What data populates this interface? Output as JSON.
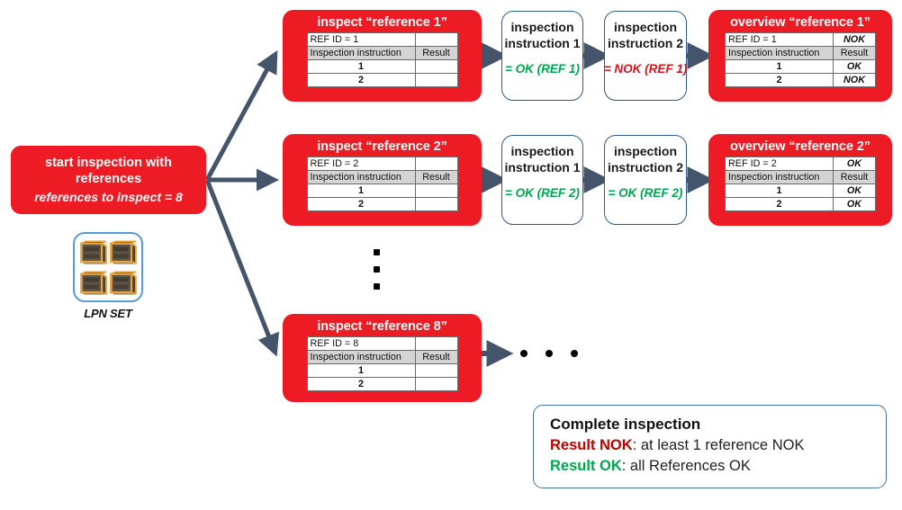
{
  "start": {
    "title_line1": "start inspection with",
    "title_line2": "references",
    "subtitle": "references to inspect = 8",
    "color": "#ED1C24"
  },
  "lpn": {
    "label": "LPN SET",
    "icon": "crate-boxes-icon",
    "border_color": "#5B9BD5"
  },
  "table_headers": {
    "instruction": "Inspection instruction",
    "result": "Result"
  },
  "rows": [
    {
      "inspect": {
        "title": "inspect “reference 1”",
        "ref_id": "REF ID = 1",
        "ref_verdict": "",
        "steps": [
          {
            "num": "1",
            "result": ""
          },
          {
            "num": "2",
            "result": ""
          }
        ]
      },
      "instructions": [
        {
          "title_line1": "inspection",
          "title_line2": "instruction 1",
          "result": "= OK (REF 1)",
          "status": "ok"
        },
        {
          "title_line1": "inspection",
          "title_line2": "instruction 2",
          "result": "= NOK (REF 1)",
          "status": "nok"
        }
      ],
      "overview": {
        "title": "overview “reference 1”",
        "ref_id": "REF ID = 1",
        "ref_verdict": "NOK",
        "ref_verdict_status": "nok",
        "steps": [
          {
            "num": "1",
            "result": "OK",
            "status": "ok"
          },
          {
            "num": "2",
            "result": "NOK",
            "status": "nok"
          }
        ]
      }
    },
    {
      "inspect": {
        "title": "inspect “reference 2”",
        "ref_id": "REF ID = 2",
        "ref_verdict": "",
        "steps": [
          {
            "num": "1",
            "result": ""
          },
          {
            "num": "2",
            "result": ""
          }
        ]
      },
      "instructions": [
        {
          "title_line1": "inspection",
          "title_line2": "instruction 1",
          "result": "= OK (REF 2)",
          "status": "ok"
        },
        {
          "title_line1": "inspection",
          "title_line2": "instruction 2",
          "result": "= OK (REF 2)",
          "status": "ok"
        }
      ],
      "overview": {
        "title": "overview “reference 2”",
        "ref_id": "REF ID = 2",
        "ref_verdict": "OK",
        "ref_verdict_status": "ok",
        "steps": [
          {
            "num": "1",
            "result": "OK",
            "status": "ok"
          },
          {
            "num": "2",
            "result": "OK",
            "status": "ok"
          }
        ]
      }
    }
  ],
  "last_row": {
    "inspect": {
      "title": "inspect “reference 8”",
      "ref_id": "REF ID = 8",
      "steps": [
        {
          "num": "1",
          "result": ""
        },
        {
          "num": "2",
          "result": ""
        }
      ]
    }
  },
  "legend": {
    "title": "Complete inspection",
    "nok_label": "Result NOK",
    "nok_text": ": at least 1 reference  NOK",
    "ok_label": "Result OK",
    "ok_text": ": all References  OK"
  },
  "colors": {
    "red": "#ED1C24",
    "arrow": "#44546A",
    "ok_green": "#00A64F",
    "nok_red": "#D3161C",
    "box_border_blue": "#2E5C8A"
  }
}
